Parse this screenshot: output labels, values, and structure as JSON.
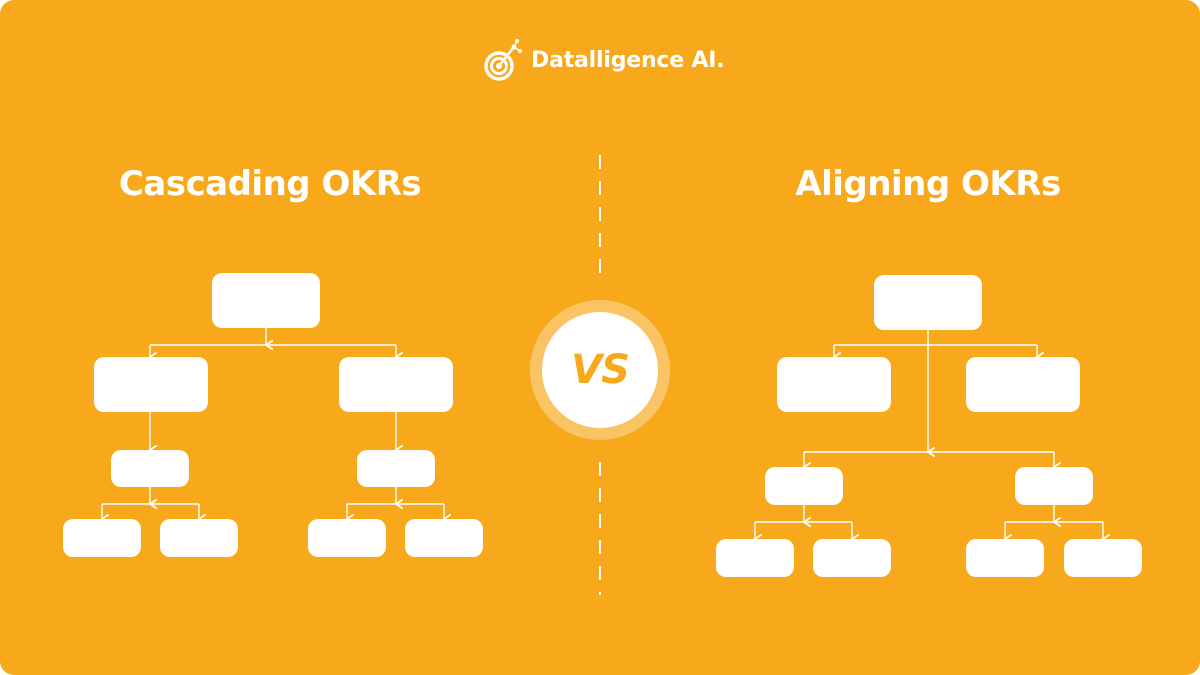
{
  "brand": {
    "name": "Datalligence AI.",
    "icon": "target-icon"
  },
  "left": {
    "heading": "Cascading OKRs"
  },
  "right": {
    "heading": "Aligning OKRs"
  },
  "center": {
    "label": "VS"
  },
  "colors": {
    "background": "#F8A81B",
    "box": "#FFFFFF",
    "line": "#FFFFFF"
  }
}
